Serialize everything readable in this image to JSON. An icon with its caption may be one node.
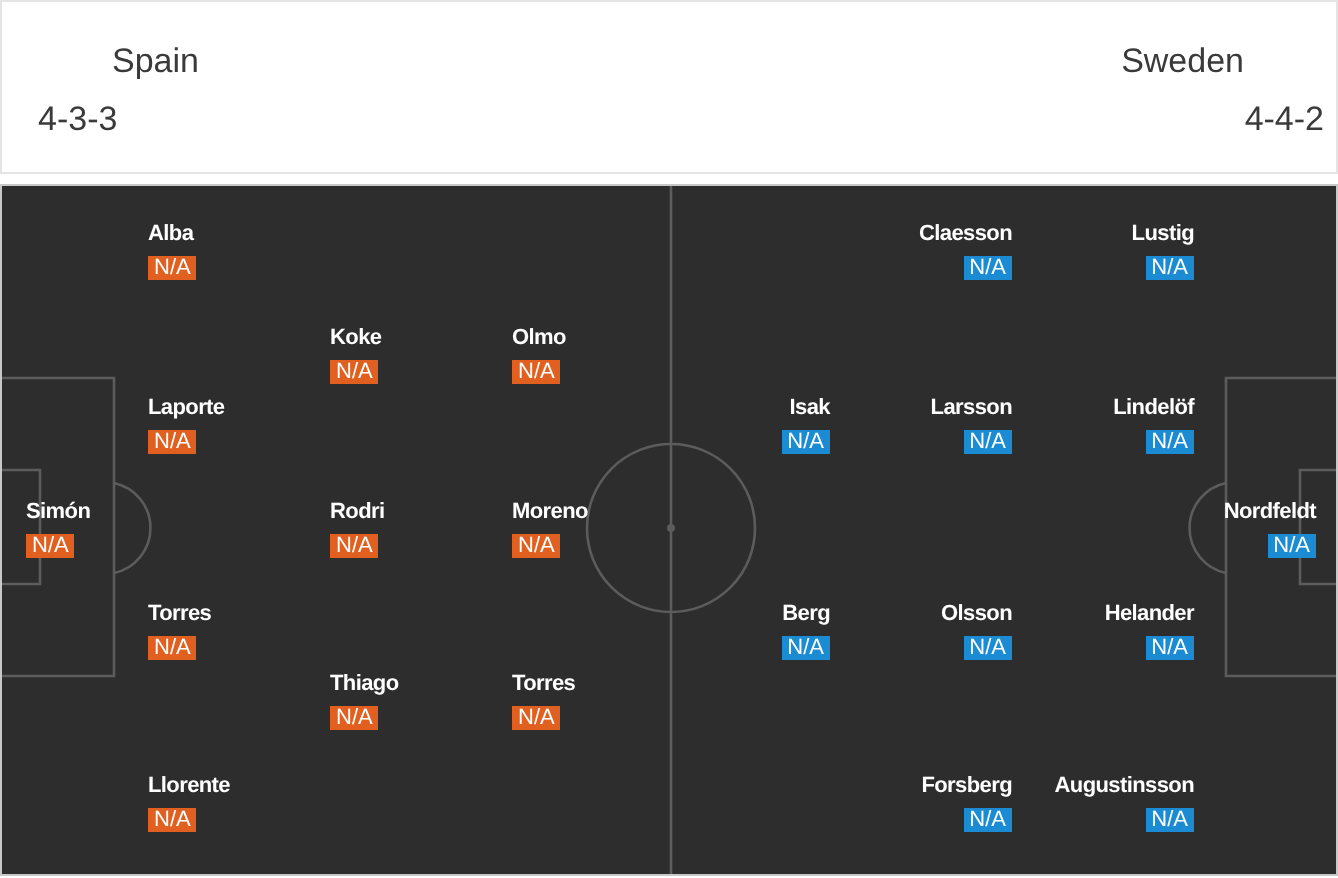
{
  "diagram": {
    "nodes": [
      {
        "text": [
          "Alba",
          "N/A"
        ]
      },
      {
        "text": [
          "Claesson",
          "N/A"
        ]
      },
      {
        "text": [
          "Lustig",
          "N/A"
        ]
      },
      {
        "text": [
          "Koke",
          "N/A"
        ]
      },
      {
        "text": [
          "Olmo",
          "N/A"
        ]
      },
      {
        "text": [
          "Laporte",
          "N/A"
        ]
      },
      {
        "text": [
          "Isak",
          "N/A"
        ]
      },
      {
        "text": [
          "Larsson",
          "N/A"
        ]
      },
      {
        "text": [
          "Lindelöf",
          "N/A"
        ]
      },
      {
        "text": [
          "Simón",
          "N/A"
        ]
      },
      {
        "text": [
          "Rodri",
          "N/A"
        ]
      },
      {
        "text": [
          "Moreno",
          "N/A"
        ]
      },
      {
        "text": [
          "Nordfeldt",
          "N/A"
        ]
      },
      {
        "text": [
          "Torres",
          "N/A"
        ]
      },
      {
        "text": [
          "Berg",
          "N/A"
        ]
      },
      {
        "text": [
          "Olsson",
          "N/A"
        ]
      },
      {
        "text": [
          "Helander",
          "N/A"
        ]
      },
      {
        "text": [
          "Thiago",
          "N/A"
        ]
      },
      {
        "text": [
          "Torres",
          "N/A"
        ]
      },
      {
        "text": [
          "Llorente",
          "N/A"
        ]
      },
      {
        "text": [
          "Forsberg",
          "N/A"
        ]
      },
      {
        "text": [
          "Augustinsson",
          "N/A"
        ]
      }
    ],
    "labels": [
      "Spain",
      "4-3-3",
      "Sweden",
      "4-4-2"
    ]
  }
}
